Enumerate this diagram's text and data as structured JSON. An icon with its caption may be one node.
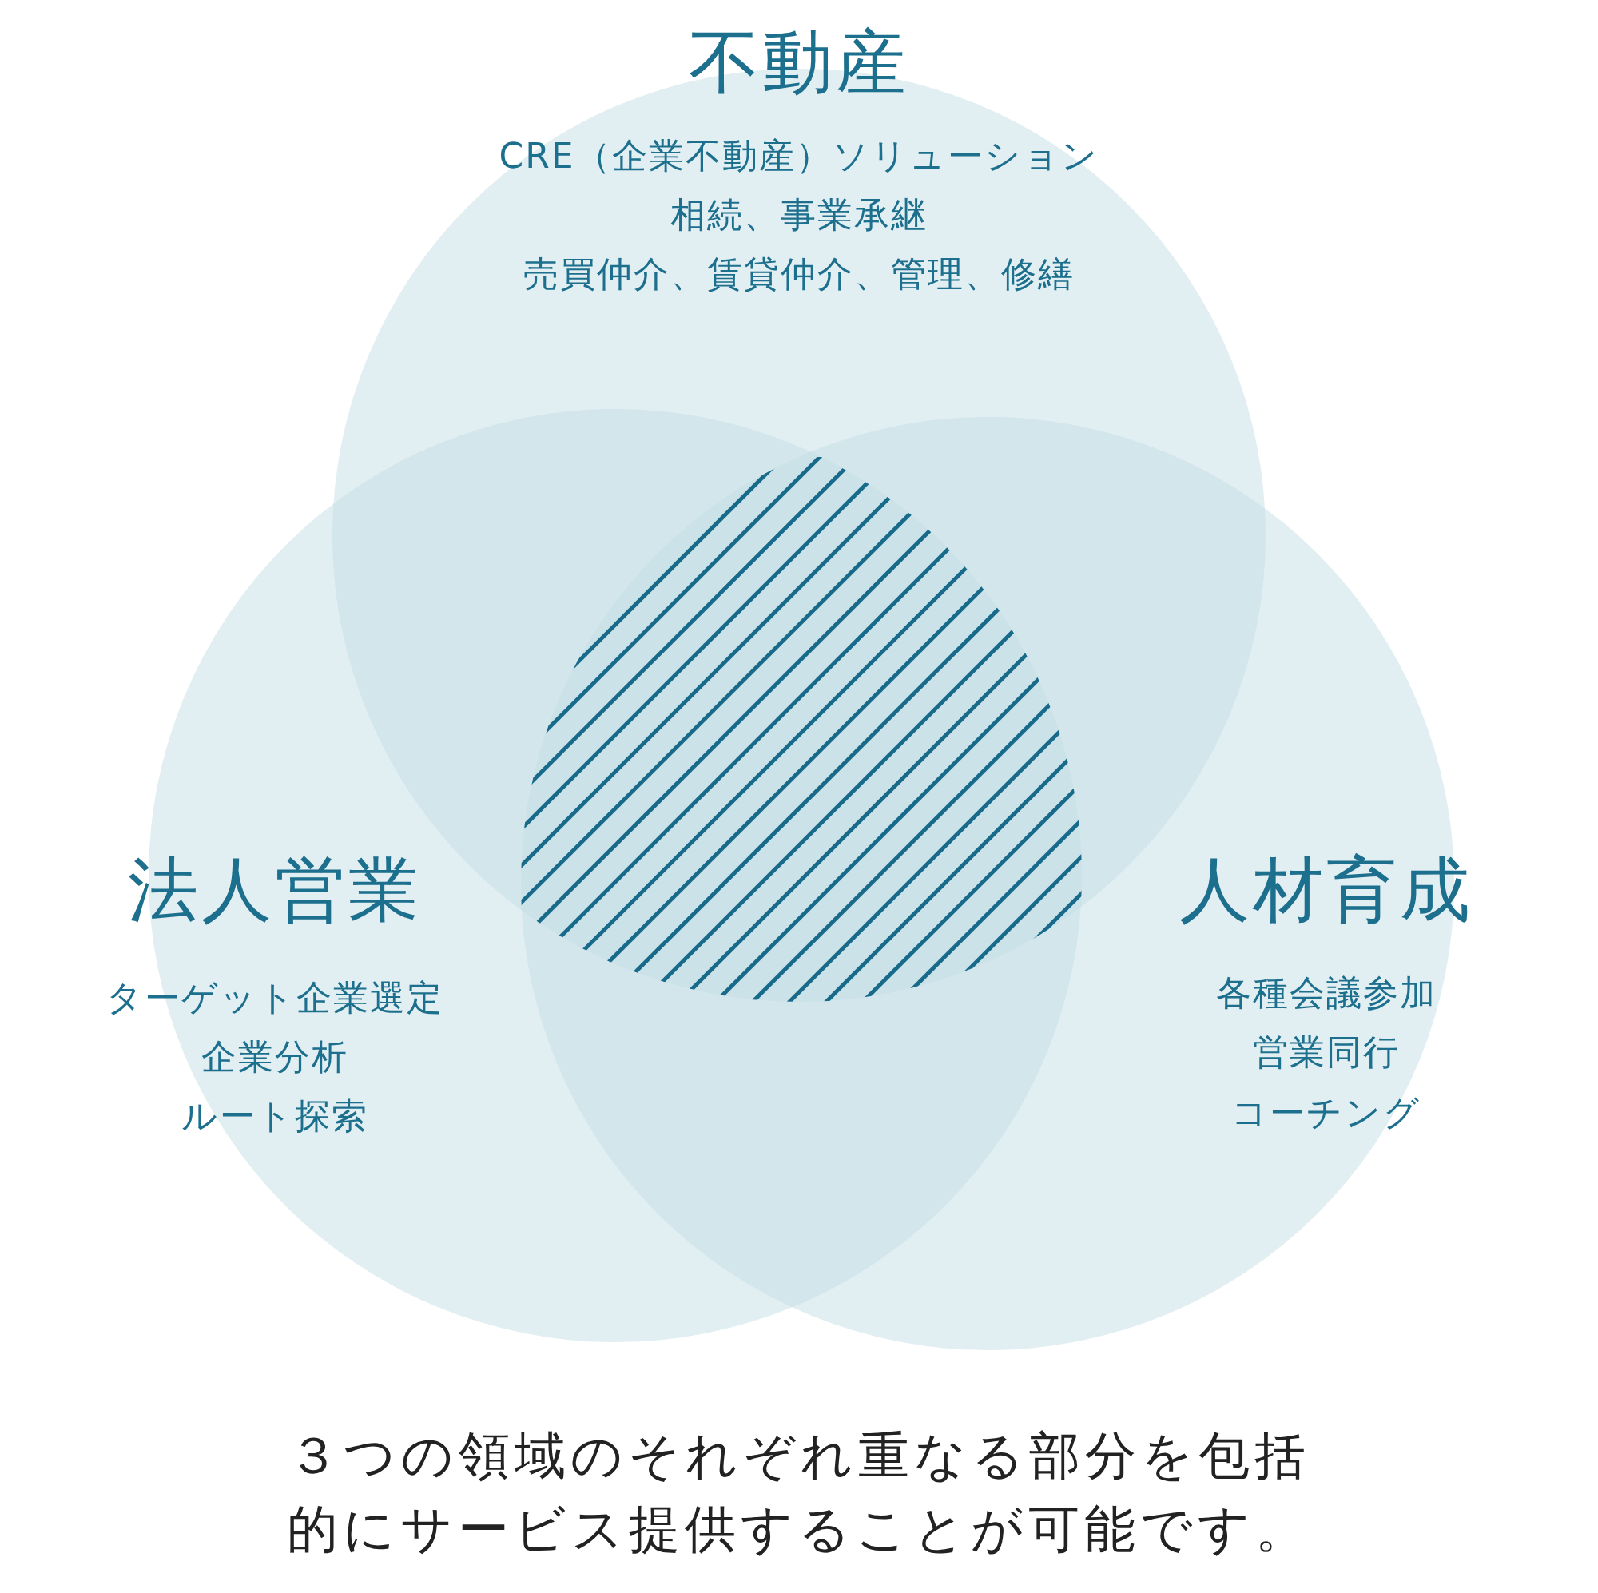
{
  "diagram": {
    "caption": "３つの領域のそれぞれ重なる部分を包括的にサービス提供することが可能です。",
    "nodes": [
      {
        "text": [
          "不動産",
          "CRE（企業不動産）ソリューション",
          "相続、事業承継",
          "売買仲介、賃貸仲介、管理、修繕"
        ]
      },
      {
        "text": [
          "法人営業",
          "ターゲット企業選定",
          "企業分析",
          "ルート探索"
        ]
      },
      {
        "text": [
          "人材育成",
          "各種会議参加",
          "営業同行",
          "コーチング"
        ]
      }
    ],
    "edges": []
  }
}
